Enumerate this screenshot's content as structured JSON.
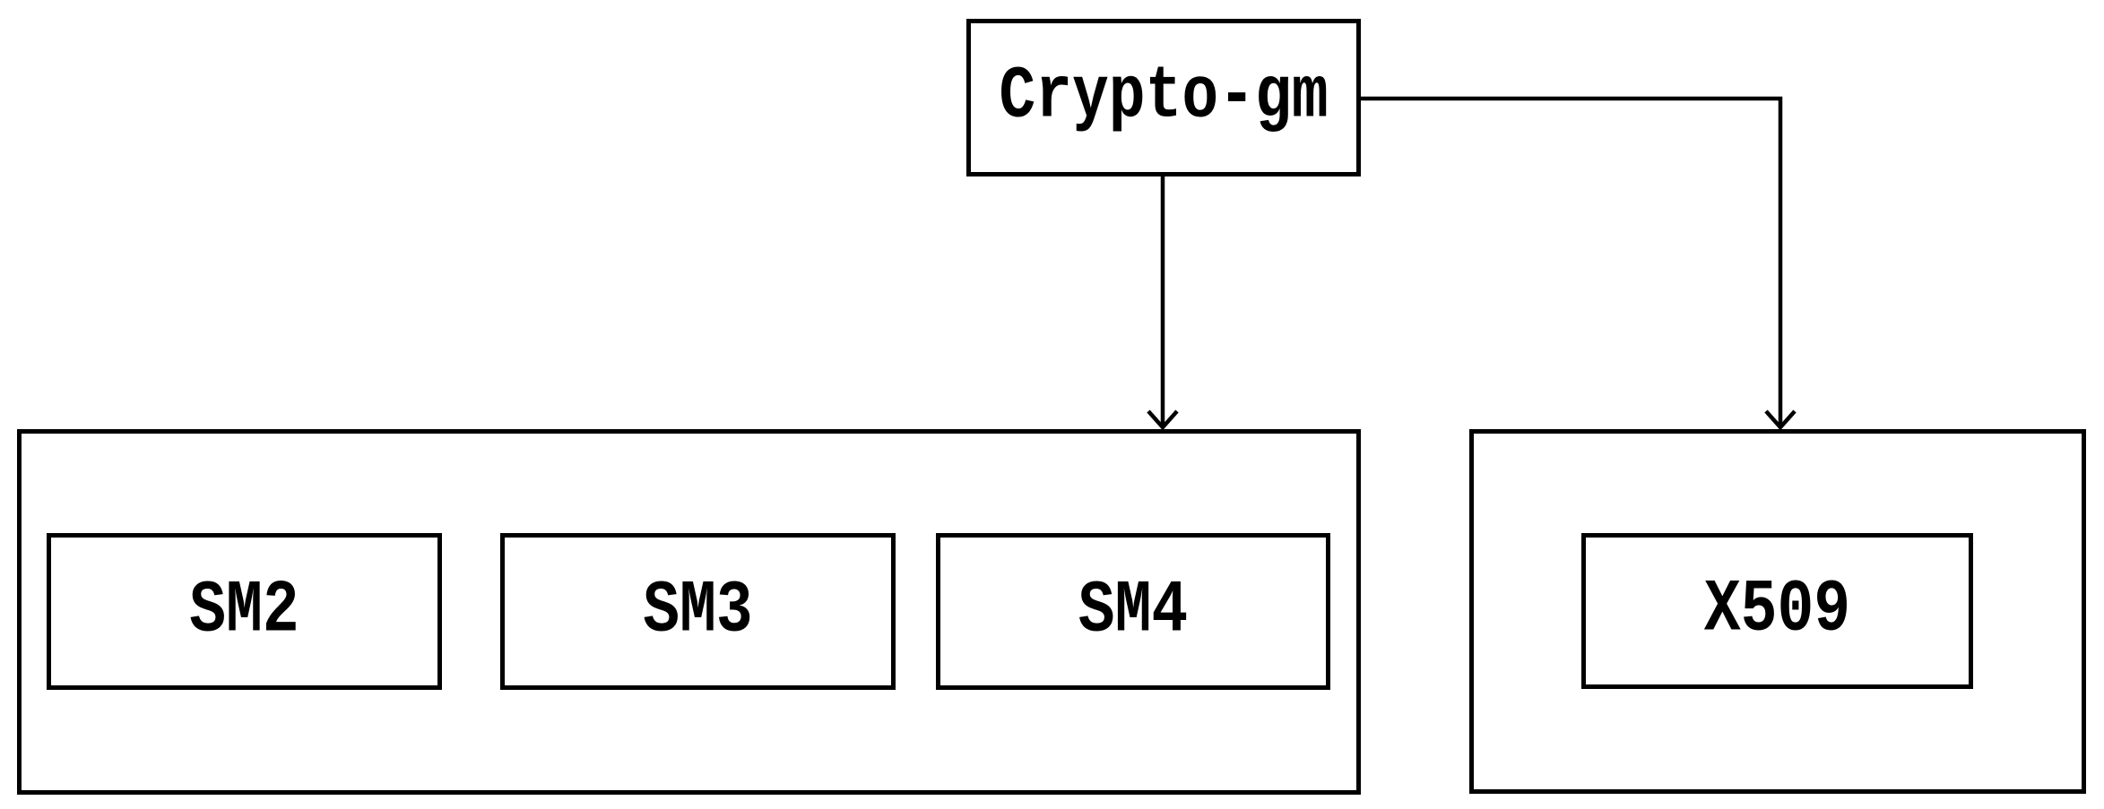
{
  "diagram": {
    "nodes": {
      "root": {
        "label": "Crypto-gm"
      },
      "left_container": {
        "children": [
          {
            "label": "SM2"
          },
          {
            "label": "SM3"
          },
          {
            "label": "SM4"
          }
        ]
      },
      "right_container": {
        "children": [
          {
            "label": "X509"
          }
        ]
      }
    },
    "edges": [
      {
        "from": "Crypto-gm",
        "to": "left_container",
        "type": "arrow-down"
      },
      {
        "from": "Crypto-gm",
        "to": "right_container",
        "type": "arrow-elbow-down"
      }
    ],
    "colors": {
      "line": "#000000",
      "background": "#ffffff"
    }
  }
}
